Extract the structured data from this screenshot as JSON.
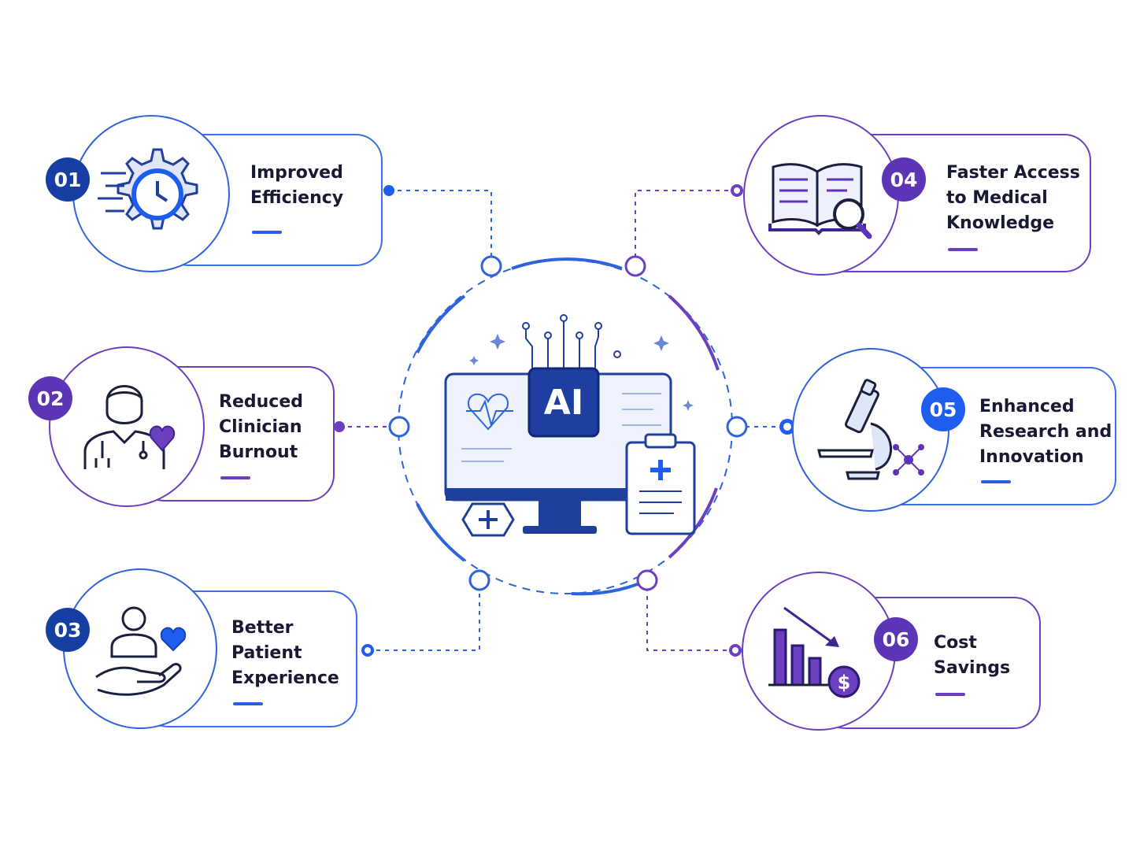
{
  "center": {
    "chip_label": "AI"
  },
  "items": [
    {
      "number": "01",
      "label": "Improved\nEfficiency",
      "icon": "gear-clock-icon"
    },
    {
      "number": "02",
      "label": "Reduced\nClinician\nBurnout",
      "icon": "doctor-heart-icon"
    },
    {
      "number": "03",
      "label": "Better\nPatient\nExperience",
      "icon": "patient-care-icon"
    },
    {
      "number": "04",
      "label": "Faster Access\nto Medical\nKnowledge",
      "icon": "book-search-icon"
    },
    {
      "number": "05",
      "label": "Enhanced\nResearch and\nInnovation",
      "icon": "microscope-icon"
    },
    {
      "number": "06",
      "label": "Cost\nSavings",
      "icon": "cost-down-icon"
    }
  ],
  "colors": {
    "navy": "#163ea3",
    "blue": "#1e5df0",
    "purple": "#5b35b5",
    "text": "#161a33"
  }
}
